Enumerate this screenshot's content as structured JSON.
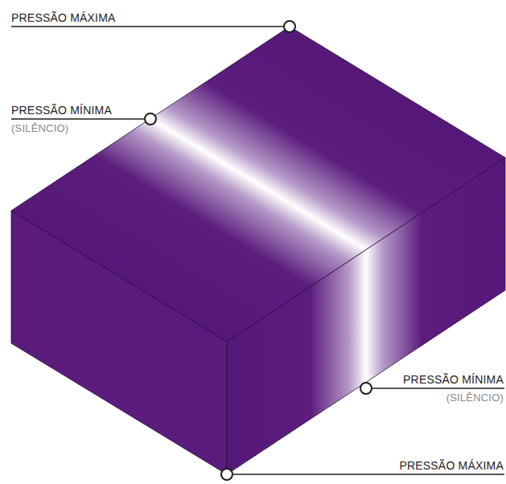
{
  "diagram": {
    "labels": [
      "PRESSÃO MÁXIMA",
      "PRESSÃO MÍNIMA",
      "(SILÊNCIO)",
      "PRESSÃO MÍNIMA",
      "(SILÊNCIO)",
      "PRESSÃO MÁXIMA"
    ]
  }
}
